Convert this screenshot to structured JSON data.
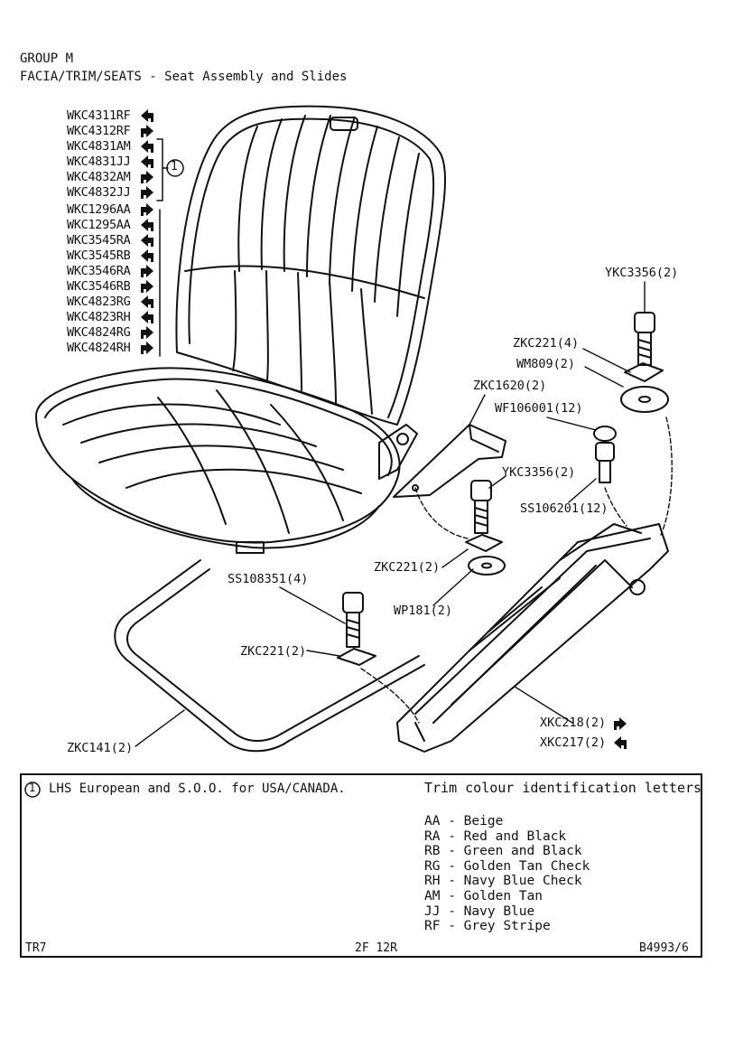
{
  "header": {
    "group": "GROUP M",
    "title": "FACIA/TRIM/SEATS - Seat Assembly and Slides"
  },
  "seat_parts": [
    {
      "code": "WKC4311RF",
      "hand": "left"
    },
    {
      "code": "WKC4312RF",
      "hand": "right"
    },
    {
      "code": "WKC4831AM",
      "hand": "left"
    },
    {
      "code": "WKC4831JJ",
      "hand": "left"
    },
    {
      "code": "WKC4832AM",
      "hand": "right"
    },
    {
      "code": "WKC4832JJ",
      "hand": "right"
    },
    {
      "code": "WKC1296AA",
      "hand": "right"
    },
    {
      "code": "WKC1295AA",
      "hand": "left"
    },
    {
      "code": "WKC3545RA",
      "hand": "left"
    },
    {
      "code": "WKC3545RB",
      "hand": "left"
    },
    {
      "code": "WKC3546RA",
      "hand": "right"
    },
    {
      "code": "WKC3546RB",
      "hand": "right"
    },
    {
      "code": "WKC4823RG",
      "hand": "left"
    },
    {
      "code": "WKC4823RH",
      "hand": "left"
    },
    {
      "code": "WKC4824RG",
      "hand": "right"
    },
    {
      "code": "WKC4824RH",
      "hand": "right"
    }
  ],
  "group_marker": "1",
  "callouts": {
    "ykc3356_top": "YKC3356(2)",
    "zkc221_top": "ZKC221(4)",
    "wm809": "WM809(2)",
    "zkc1620": "ZKC1620(2)",
    "wf106001": "WF106001(12)",
    "ykc3356_mid": "YKC3356(2)",
    "ss106201": "SS106201(12)",
    "zkc221_mid": "ZKC221(2)",
    "ss108351": "SS108351(4)",
    "wp181": "WP181(2)",
    "zkc221_low": "ZKC221(2)",
    "xkc218": "XKC218(2)",
    "xkc217": "XKC217(2)",
    "zkc141": "ZKC141(2)"
  },
  "footnote": {
    "marker": "1",
    "text": "LHS European and S.O.O. for USA/CANADA."
  },
  "legend": {
    "title": "Trim colour identification letters",
    "items": [
      {
        "code": "AA",
        "sep": "-",
        "name": "Beige"
      },
      {
        "code": "RA",
        "sep": "-",
        "name": "Red and Black"
      },
      {
        "code": "RB",
        "sep": "-",
        "name": "Green and Black"
      },
      {
        "code": "RG",
        "sep": "-",
        "name": "Golden Tan Check"
      },
      {
        "code": "RH",
        "sep": "-",
        "name": "Navy Blue Check"
      },
      {
        "code": "AM",
        "sep": "-",
        "name": "Golden Tan"
      },
      {
        "code": "JJ",
        "sep": "-",
        "name": "Navy Blue"
      },
      {
        "code": "RF",
        "sep": "-",
        "name": "Grey Stripe"
      }
    ]
  },
  "footer": {
    "model": "TR7",
    "page": "2F 12R",
    "ref": "B4993/6"
  }
}
